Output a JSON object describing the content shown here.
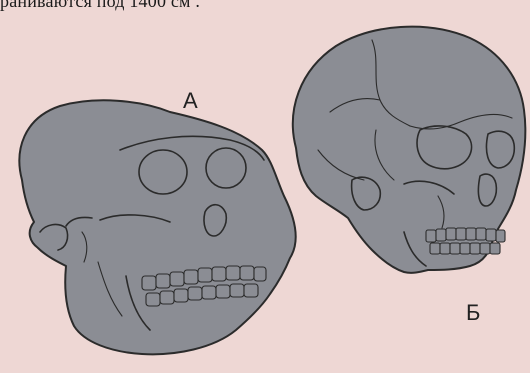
{
  "header": {
    "fragment_text": "раниваются   под   1400 см ."
  },
  "labels": {
    "skull_a": "А",
    "skull_b": "Б"
  },
  "colors": {
    "background": "#eed7d4",
    "skull": "#8b8d94",
    "outline": "#2b2b2b"
  }
}
